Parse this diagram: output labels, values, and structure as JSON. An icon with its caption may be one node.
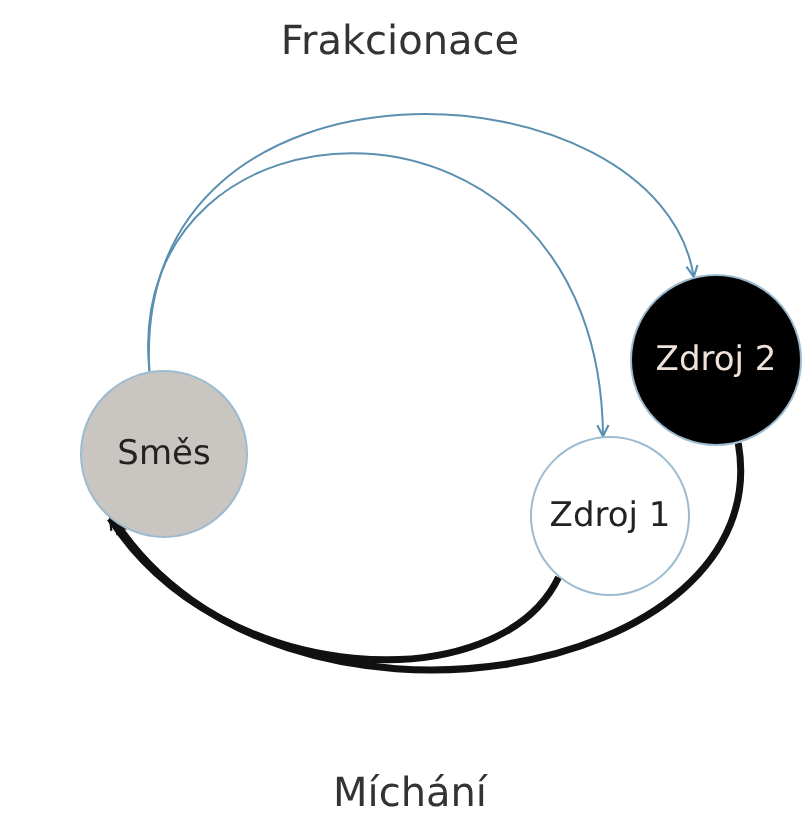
{
  "diagram": {
    "nodes": [
      {
        "text": [
          "Směs"
        ]
      },
      {
        "text": [
          "Zdroj 1"
        ]
      },
      {
        "text": [
          "Zdroj 2"
        ]
      }
    ],
    "edges": [
      {
        "from": 0,
        "to": 1,
        "arrow": "to",
        "color": "#5a8fb0"
      },
      {
        "from": 0,
        "to": 2,
        "arrow": "to",
        "color": "#5a8fb0"
      },
      {
        "from": 1,
        "to": 0,
        "arrow": "to",
        "style": "thick",
        "color": "#111111"
      },
      {
        "from": 2,
        "to": 0,
        "arrow": "to",
        "style": "thick",
        "color": "#111111"
      }
    ],
    "labels": [
      "Frakcionace",
      "Míchání"
    ]
  }
}
